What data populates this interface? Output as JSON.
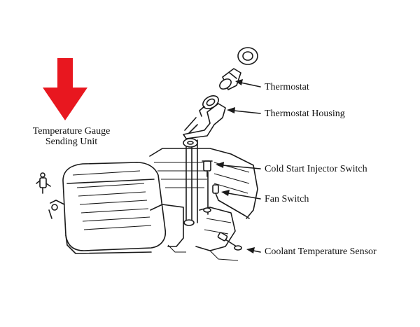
{
  "labels": {
    "thermostat": "Thermostat",
    "thermostat_housing": "Thermostat Housing",
    "cold_start": "Cold Start Injector Switch",
    "fan_switch": "Fan Switch",
    "coolant_sensor": "Coolant Temperature Sensor",
    "temp_gauge_line1": "Temperature Gauge",
    "temp_gauge_line2": "Sending Unit"
  },
  "colors": {
    "highlight_arrow": "#e8171f",
    "linework": "#1a1a1a"
  },
  "icons": {
    "pointer": "red-down-arrow-icon"
  }
}
